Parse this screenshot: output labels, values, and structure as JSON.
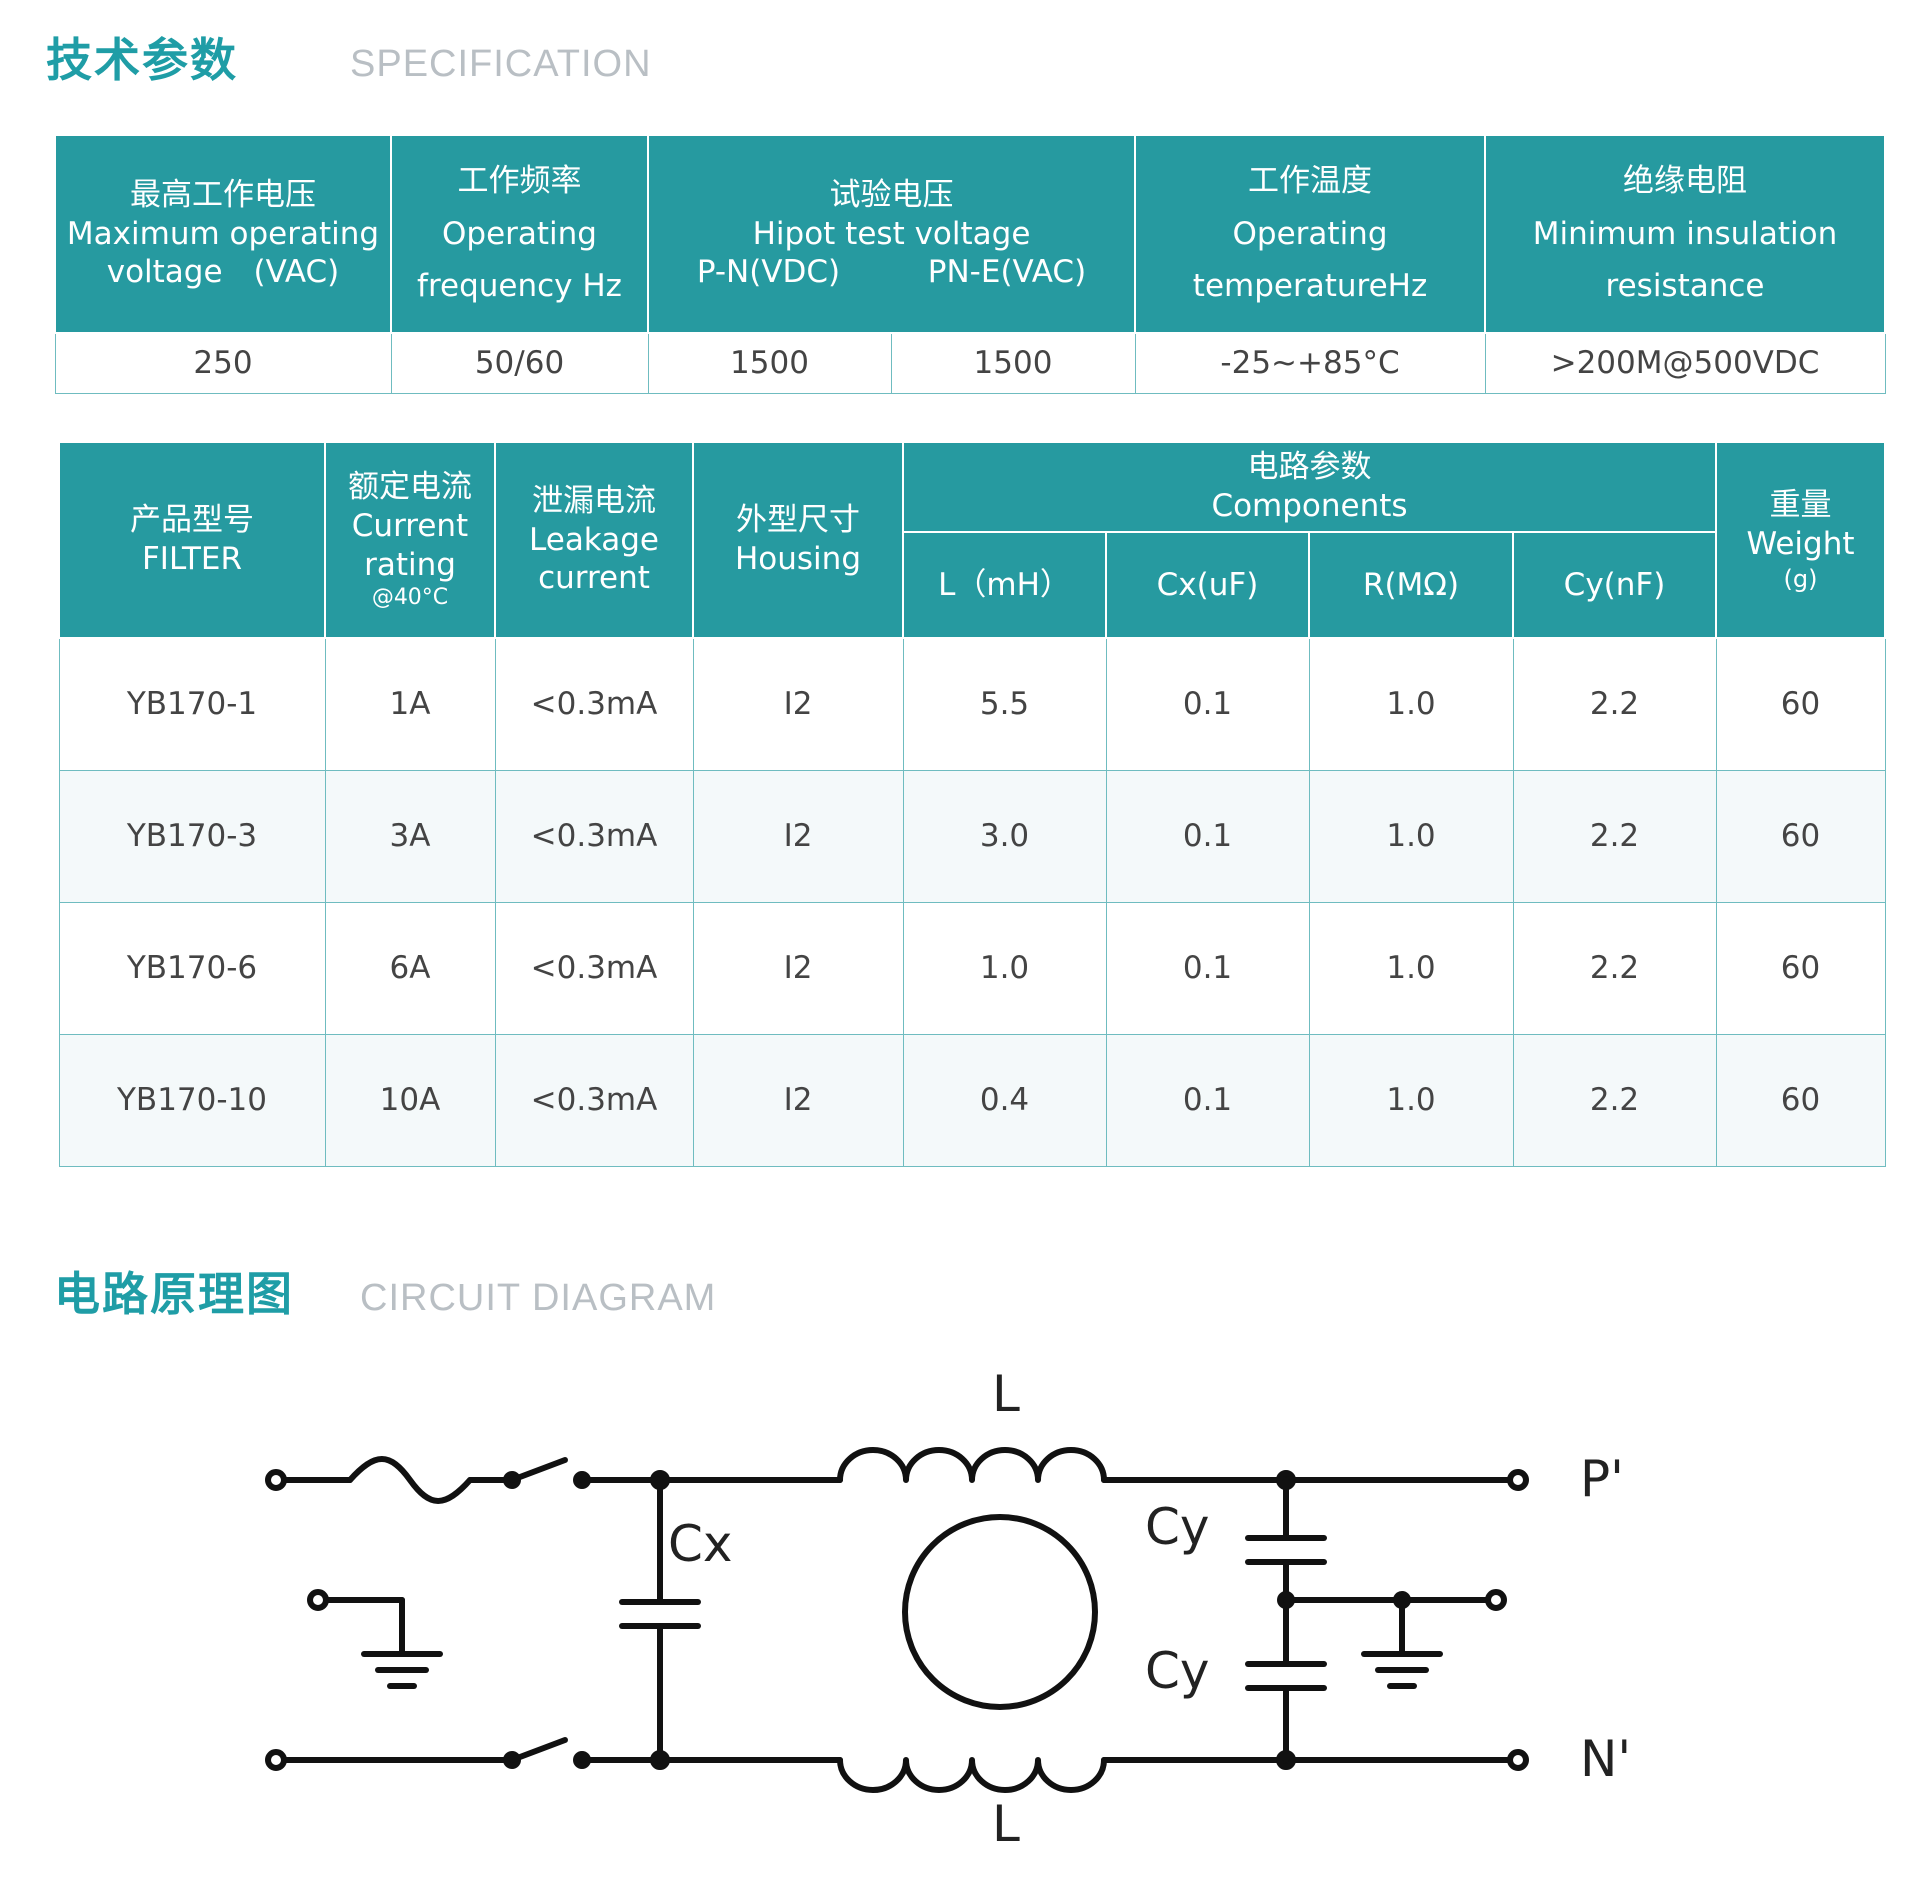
{
  "spec_section": {
    "title_zh": "技术参数",
    "title_en": "SPECIFICATION"
  },
  "spec_table": {
    "headers": [
      {
        "zh": "最高工作电压",
        "en1": "Maximum operating",
        "en2": "voltage　(VAC)"
      },
      {
        "zh": "工作频率",
        "en1": "Operating",
        "en2": "frequency Hz"
      },
      {
        "zh": "试验电压",
        "en1": "Hipot test voltage",
        "sub1": "P-N(VDC)",
        "sub2": "PN-E(VAC)"
      },
      {
        "zh": "工作温度",
        "en1": "Operating",
        "en2": "temperatureHz"
      },
      {
        "zh": "绝缘电阻",
        "en1": "Minimum insulation",
        "en2": "resistance"
      }
    ],
    "values": [
      "250",
      "50/60",
      "1500",
      "1500",
      "-25~+85°C",
      ">200M@500VDC"
    ]
  },
  "model_table": {
    "headers": {
      "model": {
        "zh": "产品型号",
        "en": "FILTER"
      },
      "current": {
        "zh": "额定电流",
        "en1": "Current",
        "en2": "rating",
        "note": "@40°C"
      },
      "leakage": {
        "zh": "泄漏电流",
        "en1": "Leakage",
        "en2": "current"
      },
      "housing": {
        "zh": "外型尺寸",
        "en": "Housing"
      },
      "components": {
        "zh": "电路参数",
        "en": "Components"
      },
      "L": "L（mH）",
      "Cx": "Cx(uF)",
      "R": "R(MΩ)",
      "Cy": "Cy(nF)",
      "weight": {
        "zh": "重量",
        "en": "Weight",
        "unit": "(g)"
      }
    },
    "rows": [
      [
        "YB170-1",
        "1A",
        "<0.3mA",
        "I2",
        "5.5",
        "0.1",
        "1.0",
        "2.2",
        "60"
      ],
      [
        "YB170-3",
        "3A",
        "<0.3mA",
        "I2",
        "3.0",
        "0.1",
        "1.0",
        "2.2",
        "60"
      ],
      [
        "YB170-6",
        "6A",
        "<0.3mA",
        "I2",
        "1.0",
        "0.1",
        "1.0",
        "2.2",
        "60"
      ],
      [
        "YB170-10",
        "10A",
        "<0.3mA",
        "I2",
        "0.4",
        "0.1",
        "1.0",
        "2.2",
        "60"
      ]
    ]
  },
  "circuit_section": {
    "title_zh": "电路原理图",
    "title_en": "CIRCUIT DIAGRAM"
  },
  "circuit": {
    "label_L_top": "L",
    "label_L_bottom": "L",
    "label_Cx": "Cx",
    "label_Cy_top": "Cy",
    "label_Cy_bottom": "Cy",
    "label_P": "P'",
    "label_N": "N'"
  }
}
